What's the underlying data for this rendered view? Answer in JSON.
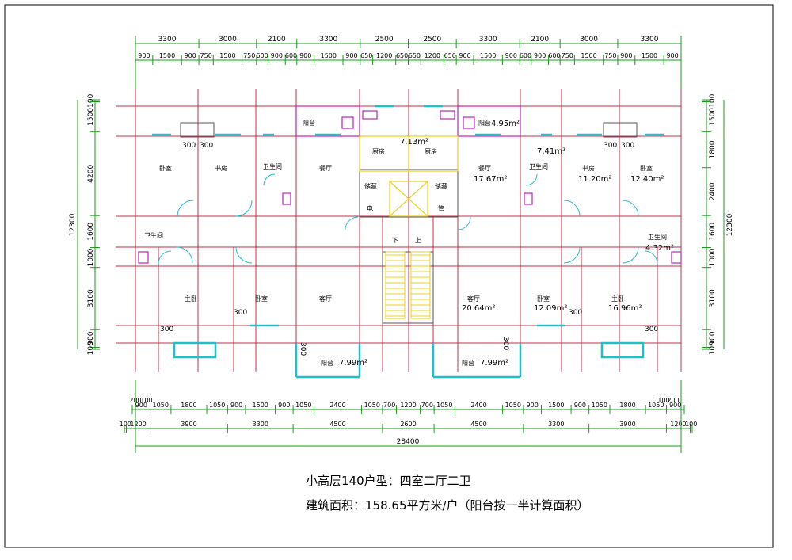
{
  "dims": {
    "top_outer": [
      "3300",
      "3000",
      "2100",
      "3300",
      "2500",
      "2500",
      "3300",
      "2100",
      "3000",
      "3300"
    ],
    "top_inner": [
      "900",
      "1500",
      "900",
      "750",
      "1500",
      "750",
      "600",
      "900",
      "600",
      "900",
      "1500",
      "900",
      "650",
      "1200",
      "650",
      "650",
      "1200",
      "650",
      "900",
      "1500",
      "900",
      "600",
      "900",
      "600",
      "750",
      "1500",
      "750",
      "900",
      "1500",
      "900"
    ],
    "bot_row1": [
      "200",
      "100",
      "100",
      "200"
    ],
    "bot_row2": [
      "900",
      "1050",
      "1800",
      "1050",
      "900",
      "1500",
      "900",
      "1050",
      "2400",
      "1050",
      "700",
      "1200",
      "700",
      "1050",
      "2400",
      "1050",
      "900",
      "1500",
      "900",
      "1050",
      "1800",
      "1050",
      "900"
    ],
    "bot_row3": [
      "100",
      "1200",
      "3900",
      "3300",
      "4500",
      "2600",
      "4500",
      "3300",
      "3900",
      "1200",
      "100"
    ],
    "total": "28400",
    "left_segs": [
      "100",
      "1500",
      "4200",
      "1600",
      "1000",
      "3100",
      "900",
      "100"
    ],
    "left_total": "12300",
    "right_segs": [
      "100",
      "1500",
      "1800",
      "2400",
      "1600",
      "1000",
      "3100",
      "900",
      "100"
    ],
    "right_total": "12300",
    "small_300": "300"
  },
  "rooms": {
    "balcony_top": "阳台",
    "balcony_top_area": "4.95m²",
    "bedroom": "卧室",
    "study": "书房",
    "bathroom": "卫生间",
    "dining": "餐厅",
    "kitchen": "厨房",
    "storage": "储藏",
    "elec": "电",
    "duct": "管",
    "master_bedroom": "主卧",
    "living": "客厅",
    "balcony": "阳台",
    "down": "下",
    "up": "上"
  },
  "areas": {
    "stair_kitchen": "7.13m²",
    "bath_top": "7.41m²",
    "dining": "17.67m²",
    "study": "11.20m²",
    "bedroom_top": "12.40m²",
    "bath_side": "4.32m²",
    "living": "20.64m²",
    "bedroom_bot": "12.09m²",
    "master": "16.96m²",
    "balcony_l": "7.99m²",
    "balcony_r": "7.99m²"
  },
  "captions": {
    "line1": "小高层140户型：四室二厅二卫",
    "line2": "建筑面积：158.65平方米/户（阳台按一半计算面积）"
  }
}
